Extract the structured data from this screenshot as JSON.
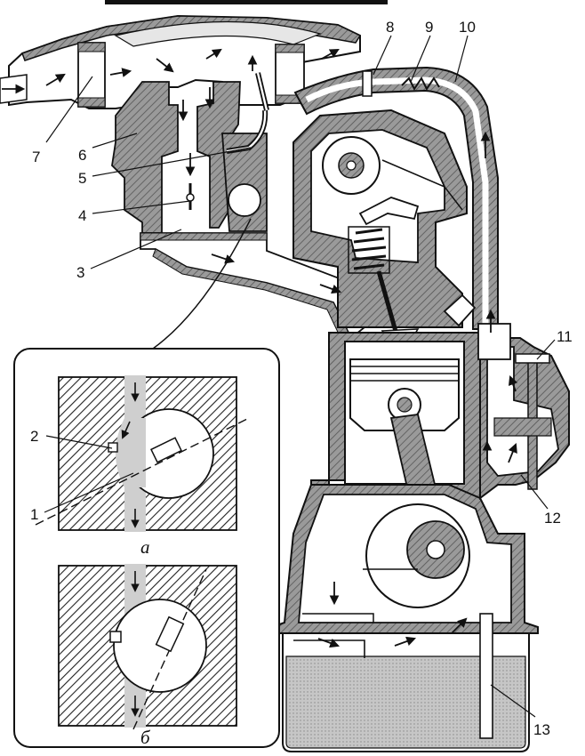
{
  "callouts": {
    "c1": "1",
    "c2": "2",
    "c3": "3",
    "c4": "4",
    "c5": "5",
    "c6": "6",
    "c7": "7",
    "c8": "8",
    "c9": "9",
    "c10": "10",
    "c11": "11",
    "c12": "12",
    "c13": "13"
  },
  "inset_captions": {
    "a": "а",
    "b": "б"
  },
  "colors": {
    "metal_hatch": "#8c8c8c",
    "outline": "#111111",
    "oil": "#c9c9c9",
    "background": "#ffffff"
  }
}
